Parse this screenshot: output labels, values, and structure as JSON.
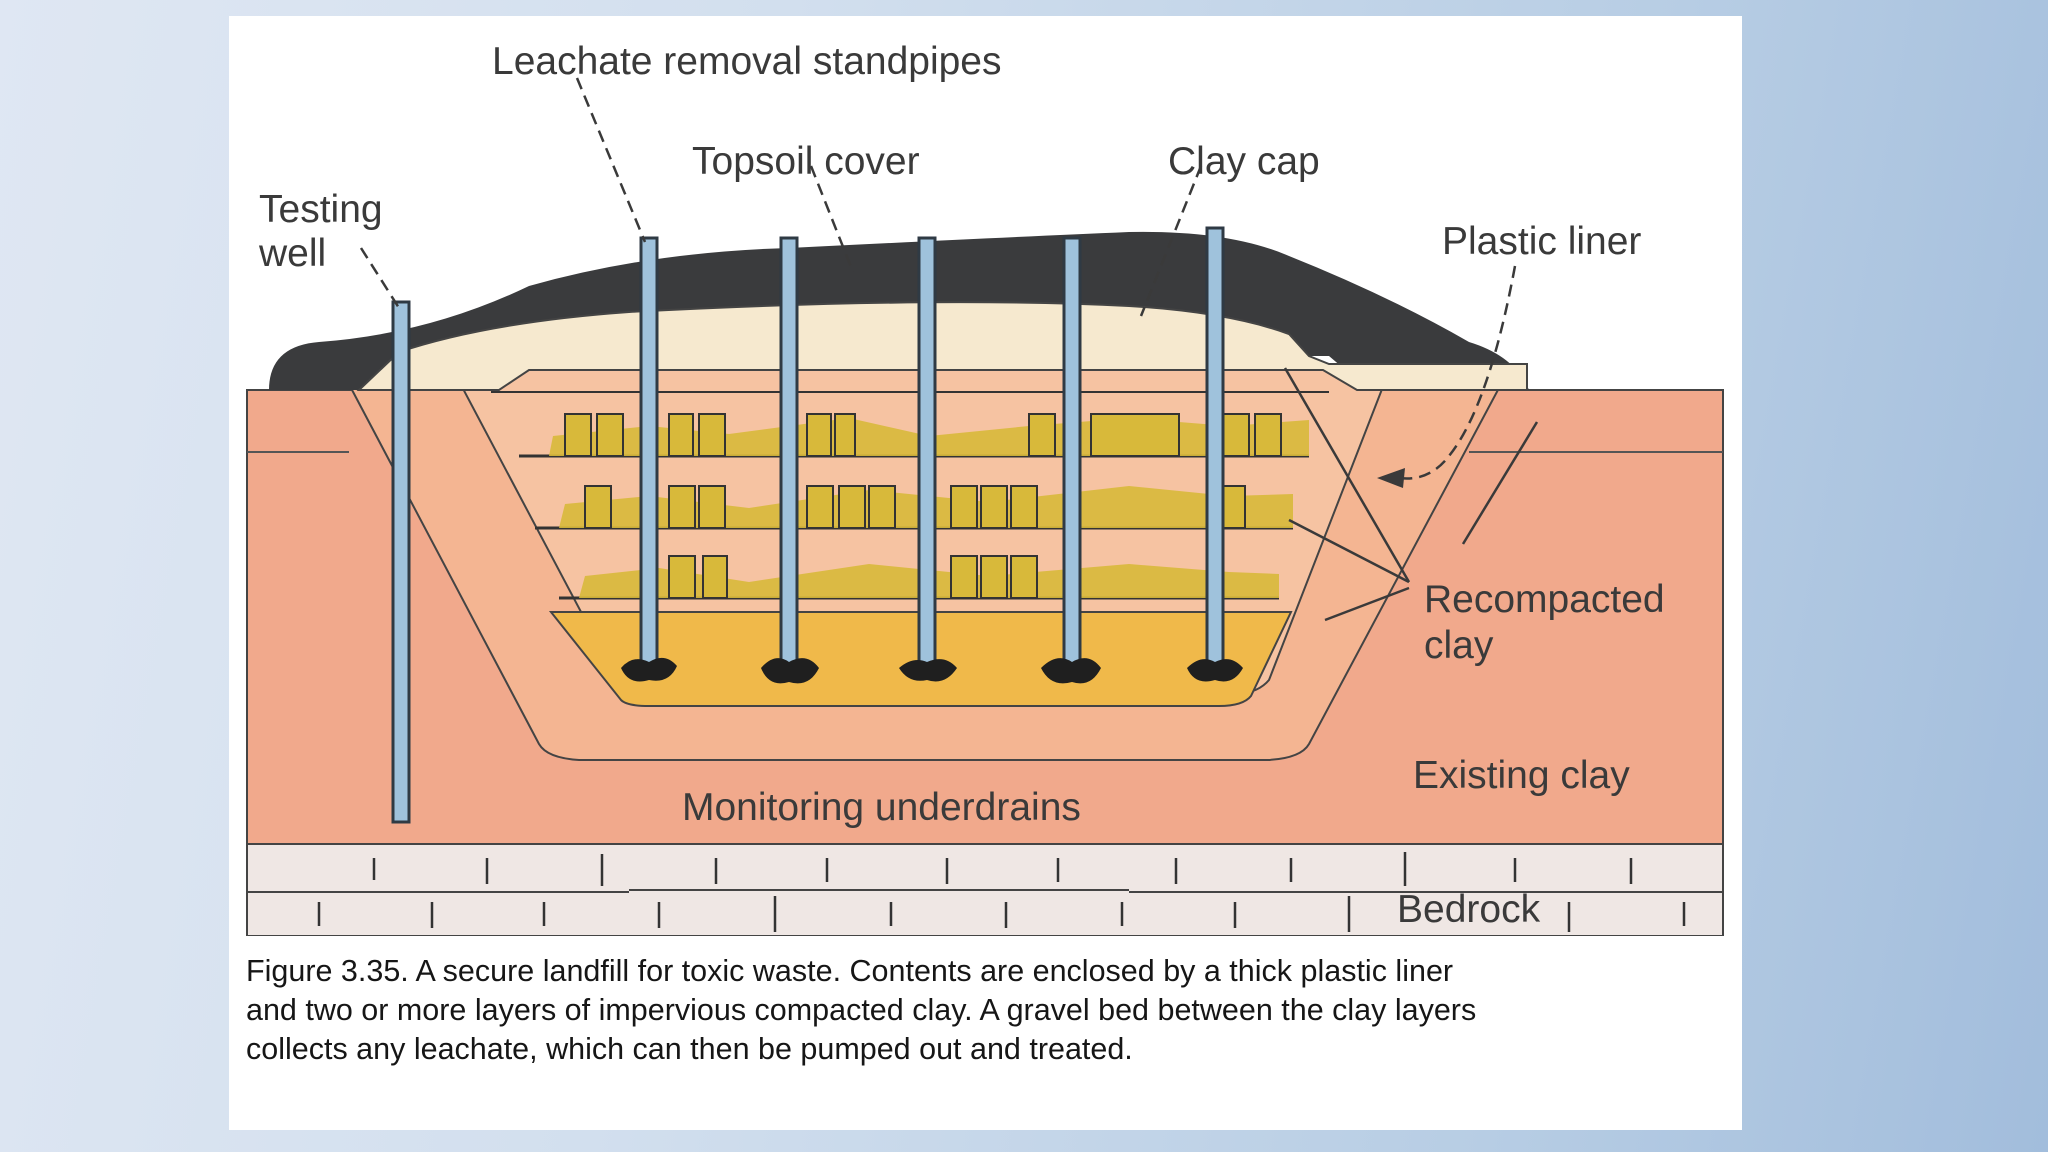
{
  "labels": {
    "standpipes": "Leachate removal standpipes",
    "topsoil": "Topsoil cover",
    "clay_cap": "Clay cap",
    "testing_well_1": "Testing",
    "testing_well_2": "well",
    "plastic_liner": "Plastic liner",
    "recompacted_1": "Recompacted",
    "recompacted_2": "clay",
    "existing_clay": "Existing clay",
    "underdrains": "Monitoring underdrains",
    "bedrock": "Bedrock"
  },
  "caption": {
    "line1": "Figure 3.35.  A secure landfill for toxic waste. Contents are enclosed by a thick plastic liner",
    "line2": "and two or more layers of impervious compacted clay. A gravel bed between the clay layers",
    "line3": "collects any leachate, which can then be pumped out and treated."
  },
  "colors": {
    "existing_clay": "#f1a98c",
    "recompacted_clay": "#f4b592",
    "gravel": "#f0b94a",
    "waste": "#d8b93a",
    "topsoil": "#3a3b3d",
    "clay_cap": "#f6e9cf",
    "pipes": "#9fc2dc",
    "bedrock": "#efe7e4"
  }
}
